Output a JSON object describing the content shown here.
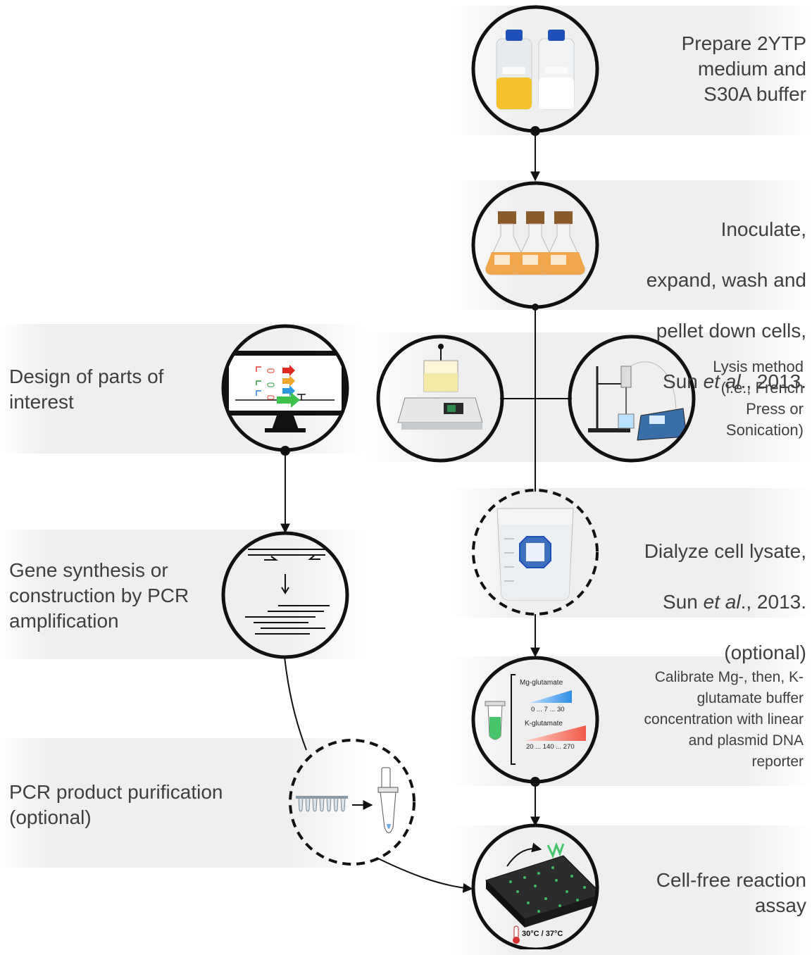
{
  "steps": {
    "prepare": {
      "label": "Prepare 2YTP\nmedium and\nS30A buffer"
    },
    "inoculate": {
      "label_line1": "Inoculate,",
      "label_line2": "expand, wash and",
      "label_line3": "pellet down cells,",
      "label_line4_pre": "Sun ",
      "label_line4_em": "et al",
      "label_line4_post": "., 2013."
    },
    "lysis": {
      "label": "Lysis method\n(i.e., French\nPress or\nSonication)"
    },
    "dialyze": {
      "label_line1": "Dialyze cell lysate,",
      "label_line2_pre": "Sun ",
      "label_line2_em": "et al",
      "label_line2_post": "., 2013.",
      "label_line3": "(optional)"
    },
    "calibrate": {
      "label": "Calibrate Mg-, then, K-\nglutamate buffer\nconcentration with linear\nand plasmid DNA\nreporter"
    },
    "assay": {
      "label": "Cell-free reaction\nassay"
    },
    "design": {
      "label": "Design of parts of\ninterest"
    },
    "synthesis": {
      "label": "Gene synthesis or\nconstruction by PCR\namplification"
    },
    "purification": {
      "label": "PCR product purification\n(optional)"
    }
  },
  "calibration_panel": {
    "mg_title": "Mg-glutamate",
    "mg_scale": "0 ... 7 ... 30",
    "k_title": "K-glutamate",
    "k_scale": "20 ... 140 ... 270"
  },
  "assay_panel": {
    "temperature": "30°C / 37°C"
  },
  "colors": {
    "band": "#efefef",
    "text": "#3f3f3f",
    "stroke": "#111111",
    "mg_ramp": "#2f8de4",
    "k_ramp": "#f05a4a",
    "medium_yellow": "#f5c12a",
    "culture_orange": "#f2a64a",
    "cap_blue": "#1f4fb8",
    "flask_cork": "#8a5a2b",
    "fluor_green": "#45c46a"
  },
  "icons": [
    "bottles-icon",
    "flasks-icon",
    "french-press-icon",
    "sonicator-icon",
    "beaker-icon",
    "calibration-icon",
    "plate-icon",
    "monitor-icon",
    "pcr-icon",
    "tubes-icon"
  ]
}
